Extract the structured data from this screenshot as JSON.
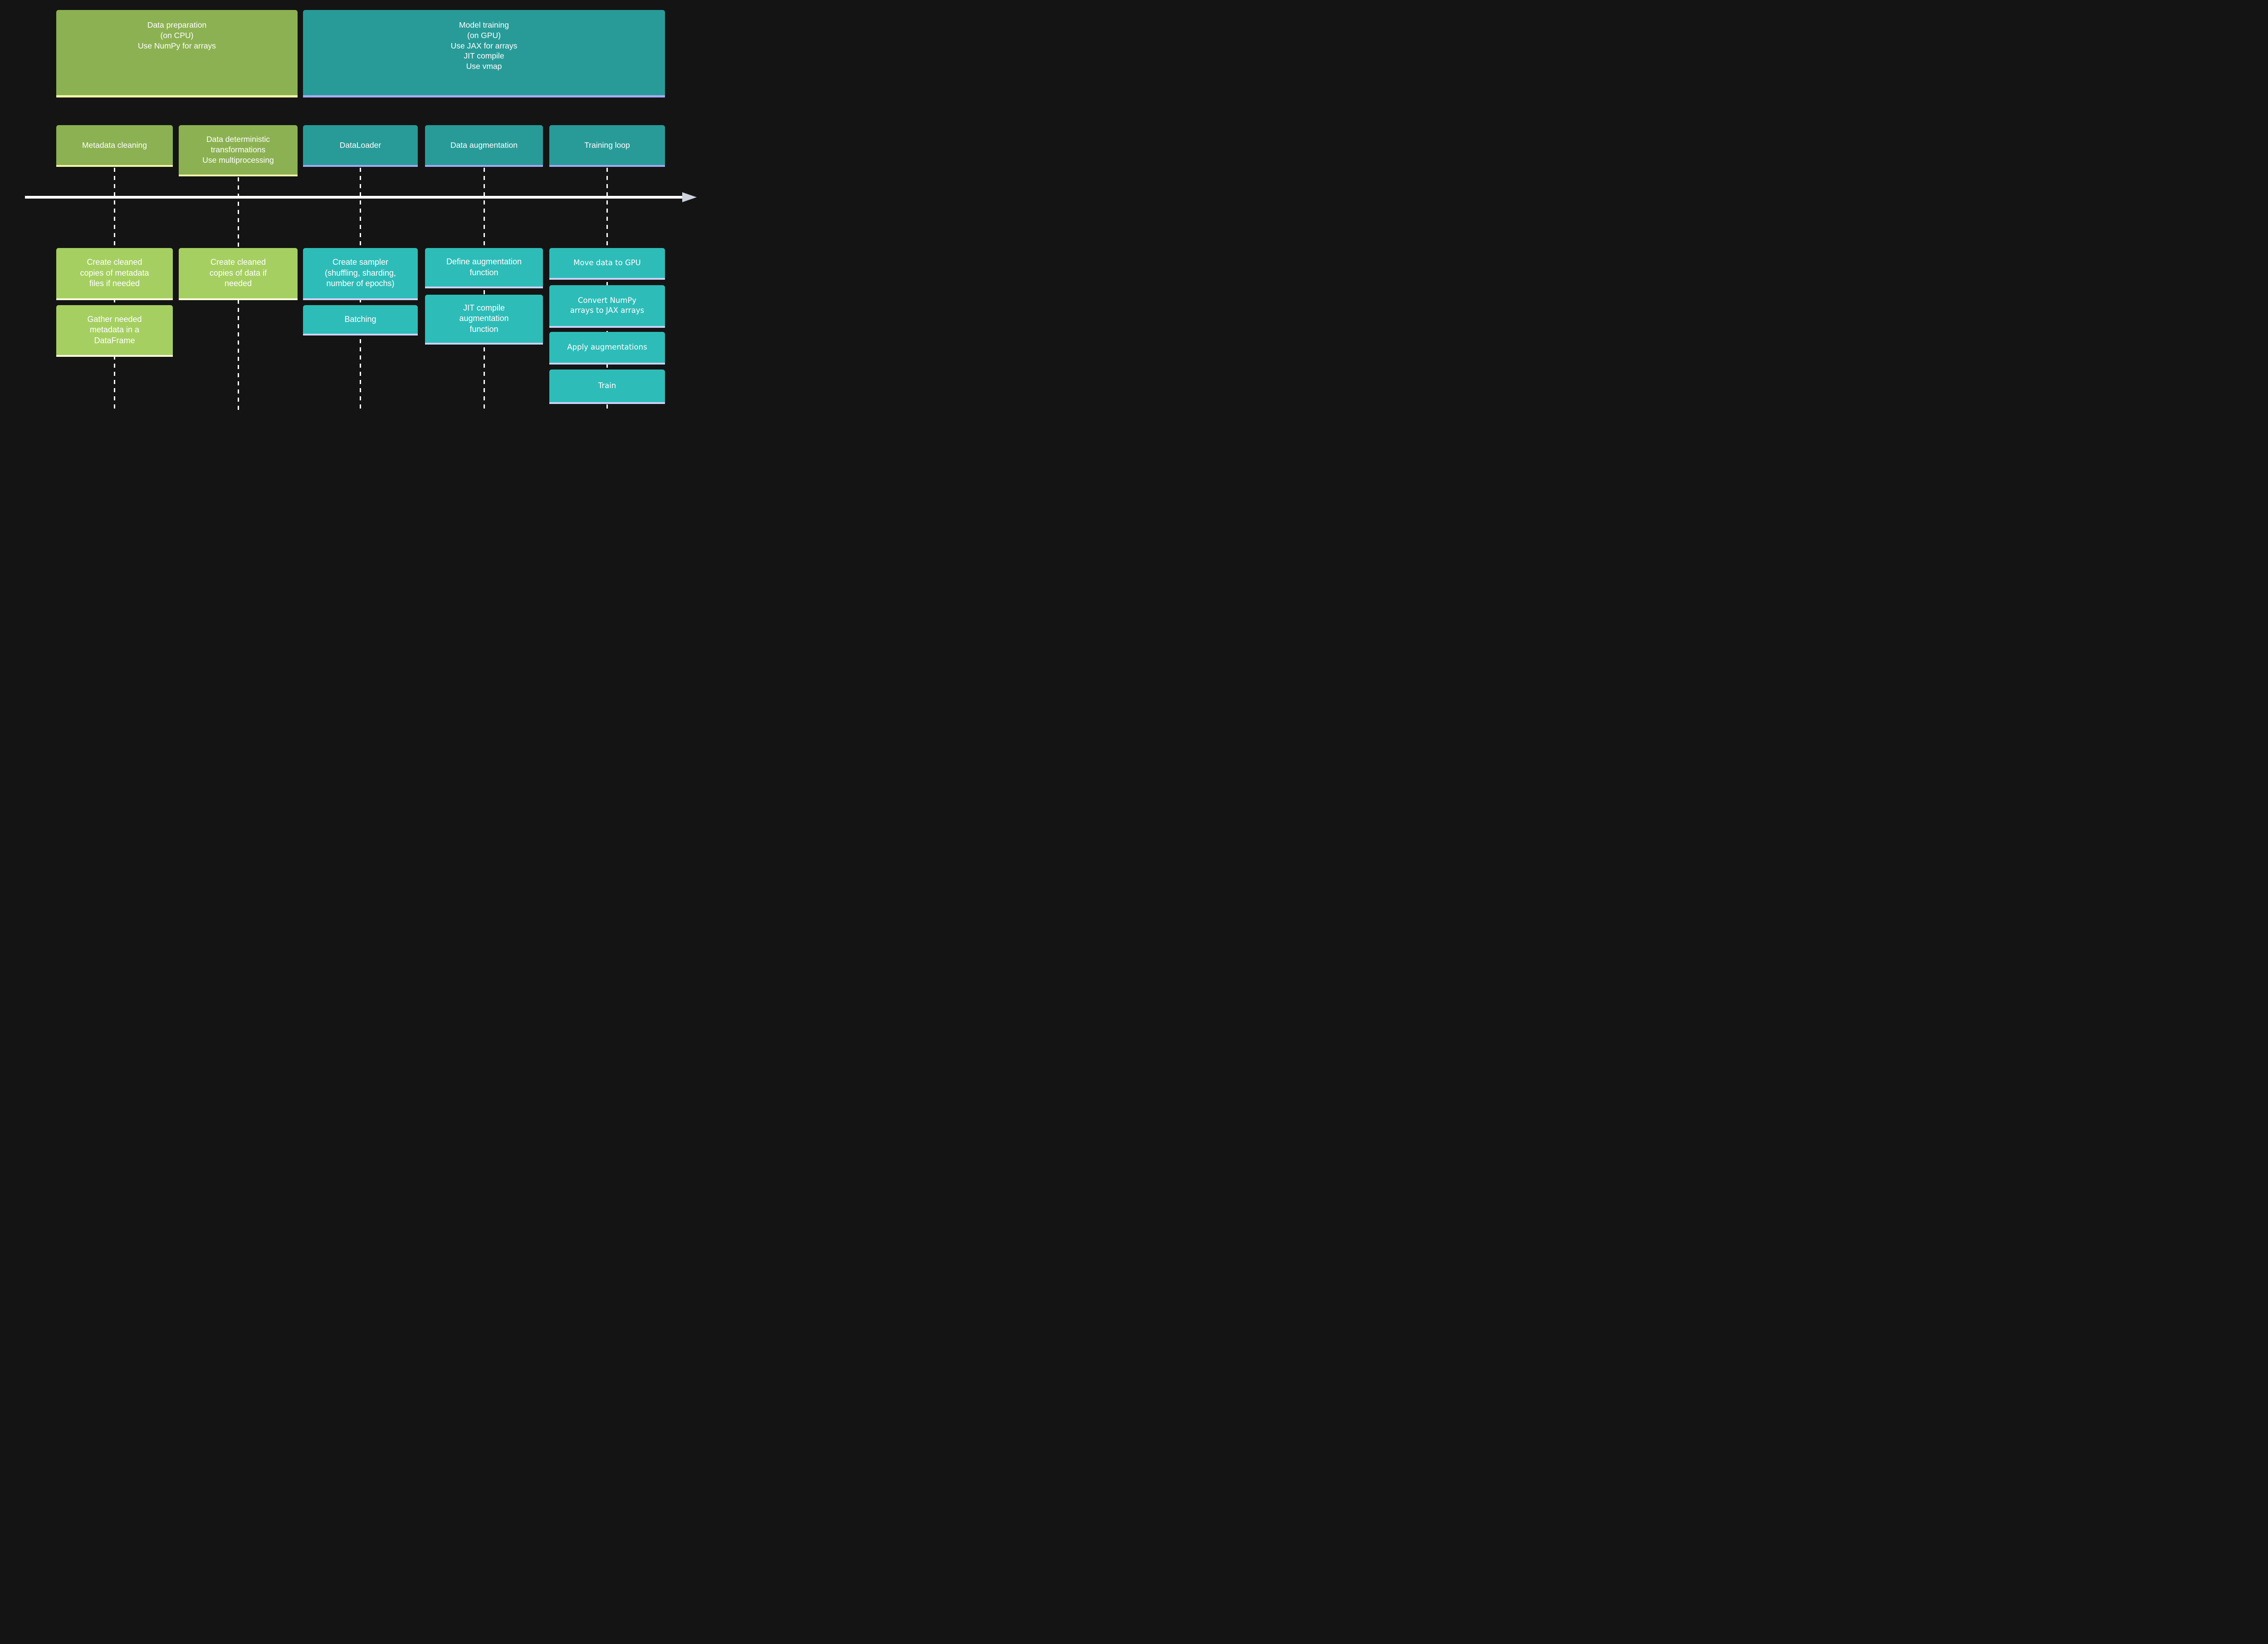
{
  "colors": {
    "bg": "#141414",
    "text": "#ffffff",
    "green": "#8CB152",
    "greenBorder": "#F6F6AC",
    "lightGreen": "#A6CF62",
    "lightGreenBorder": "#FAFBDC",
    "teal": "#289B98",
    "tealBorder": "#A6ABF5",
    "lightTeal": "#2EBCB8",
    "lightTealBorder": "#CDD2F8",
    "arrowShaft": "#FFFFFF",
    "arrowHead": "#CCD3DD"
  },
  "lanes": [
    {
      "title": "Data preparation\n(on CPU)\nUse NumPy for arrays"
    },
    {
      "title": "Model training\n(on GPU)\nUse JAX for arrays\nJIT compile\nUse vmap"
    }
  ],
  "stages": [
    {
      "label": "Metadata cleaning"
    },
    {
      "label": "Data deterministic\ntransformations\nUse multiprocessing"
    },
    {
      "label": "DataLoader"
    },
    {
      "label": "Data augmentation"
    },
    {
      "label": "Training loop"
    }
  ],
  "tasks": [
    {
      "label": "Create cleaned\ncopies of metadata\nfiles if needed"
    },
    {
      "label": "Gather needed\nmetadata in a\nDataFrame"
    },
    {
      "label": "Create cleaned\ncopies of data if\nneeded"
    },
    {
      "label": "Create sampler\n(shuffling, sharding,\nnumber of epochs)"
    },
    {
      "label": "Batching"
    },
    {
      "label": "Define augmentation\nfunction"
    },
    {
      "label": "JIT compile\naugmentation\nfunction"
    },
    {
      "label": "Move data to GPU"
    },
    {
      "label": "Convert NumPy\narrays to JAX arrays"
    },
    {
      "label": "Apply augmentations"
    },
    {
      "label": "Train"
    }
  ]
}
